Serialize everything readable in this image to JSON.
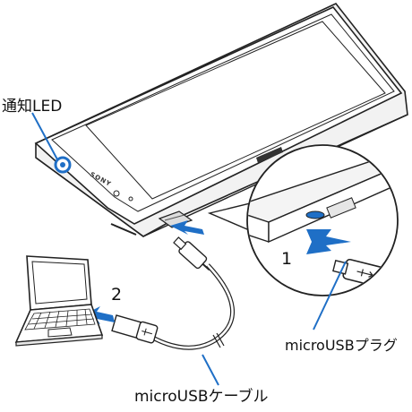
{
  "labels": {
    "notification_led": "通知LED",
    "step_1": "1",
    "step_2": "2",
    "micro_usb_plug": "microUSBプラグ",
    "micro_usb_cable": "microUSBケーブル",
    "device_brand": "SONY"
  },
  "colors": {
    "accent": "#1f6fc6",
    "outline": "#222222",
    "arrow": "#1f6fc6"
  },
  "icons": [
    "phone-device",
    "laptop-icon",
    "usb-plug-icon",
    "magnifier-circle",
    "arrow-icon"
  ]
}
